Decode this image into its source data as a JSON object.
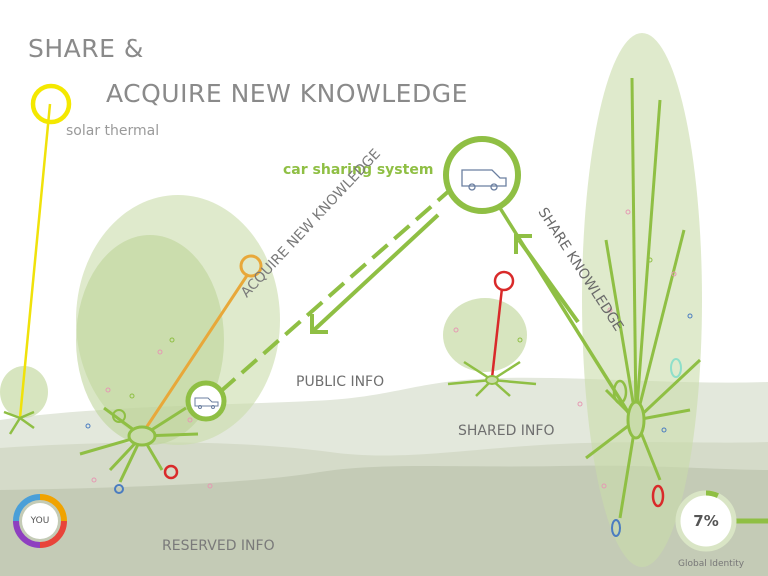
{
  "title": {
    "line1": "SHARE &",
    "line2": "ACQUIRE NEW KNOWLEDGE"
  },
  "labels": {
    "solar_thermal": "solar thermal",
    "car_sharing": "car sharing system",
    "acquire_arrow": "ACQUIRE NEW KNOWLEDGE",
    "share_arrow": "SHARE KNOWLEDGE",
    "public_info": "PUBLIC INFO",
    "shared_info": "SHARED INFO",
    "reserved_info": "RESERVED INFO"
  },
  "you_badge": {
    "label": "YOU"
  },
  "global_identity": {
    "value": "7%",
    "label": "Global Identity"
  },
  "colors": {
    "green": "#8fbf44",
    "light_green": "#c9dcaa",
    "yellow": "#f4e800",
    "orange": "#e8a83a",
    "red": "#d92a2a",
    "grey_ground": "#c9cfbd",
    "dark_ground": "#b4bba6"
  },
  "icons": [
    "car-icon",
    "color-wheel-icon"
  ]
}
